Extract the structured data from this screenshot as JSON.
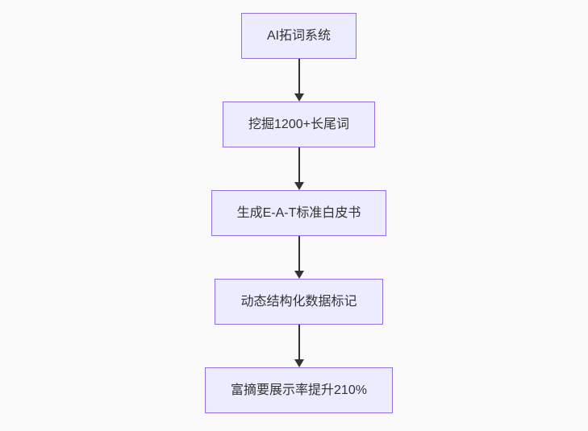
{
  "diagram": {
    "type": "flowchart",
    "direction": "top-down",
    "nodes": [
      {
        "id": "node-1",
        "label": "AI拓词系统"
      },
      {
        "id": "node-2",
        "label": "挖掘1200+长尾词"
      },
      {
        "id": "node-3",
        "label": "生成E-A-T标准白皮书"
      },
      {
        "id": "node-4",
        "label": "动态结构化数据标记"
      },
      {
        "id": "node-5",
        "label": "富摘要展示率提升210%"
      }
    ],
    "edges": [
      {
        "from": "node-1",
        "to": "node-2",
        "arrow": "down"
      },
      {
        "from": "node-2",
        "to": "node-3",
        "arrow": "down"
      },
      {
        "from": "node-3",
        "to": "node-4",
        "arrow": "down"
      },
      {
        "from": "node-4",
        "to": "node-5",
        "arrow": "down"
      }
    ],
    "colors": {
      "background": "#FAFAFA",
      "node_fill": "#ECECFF",
      "node_border": "#9370DB",
      "text": "#333333",
      "arrow": "#333333"
    }
  }
}
